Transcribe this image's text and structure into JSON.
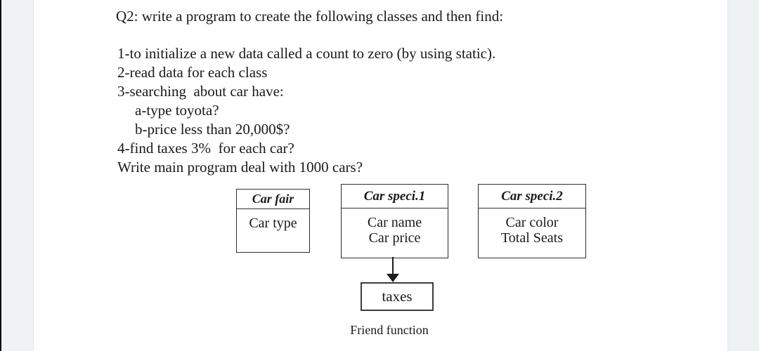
{
  "page": {
    "title": "Q2: write a program to create the following classes and then find:"
  },
  "question": {
    "lines": [
      "1-to initialize a new data called a count to zero (by using static).",
      "2-read data for each class",
      "3-searching  about car have:",
      "a-type toyota?",
      "b-price less than 20,000$?",
      "4-find taxes 3%  for each car?",
      "Write main program deal with 1000 cars?"
    ]
  },
  "diagram": {
    "classes": [
      {
        "title": "Car fair",
        "members": [
          "Car type"
        ]
      },
      {
        "title": "Car speci.1",
        "members": [
          "Car name",
          "Car price"
        ]
      },
      {
        "title": "Car speci.2",
        "members": [
          "Car color",
          "Total Seats"
        ]
      }
    ],
    "function_box": "taxes",
    "caption": "Friend function"
  },
  "colors": {
    "page_background": "#ffffff",
    "margin_strip": "#f0f2f4",
    "text": "#1a1a1a",
    "box_border": "#2e2e2e"
  }
}
